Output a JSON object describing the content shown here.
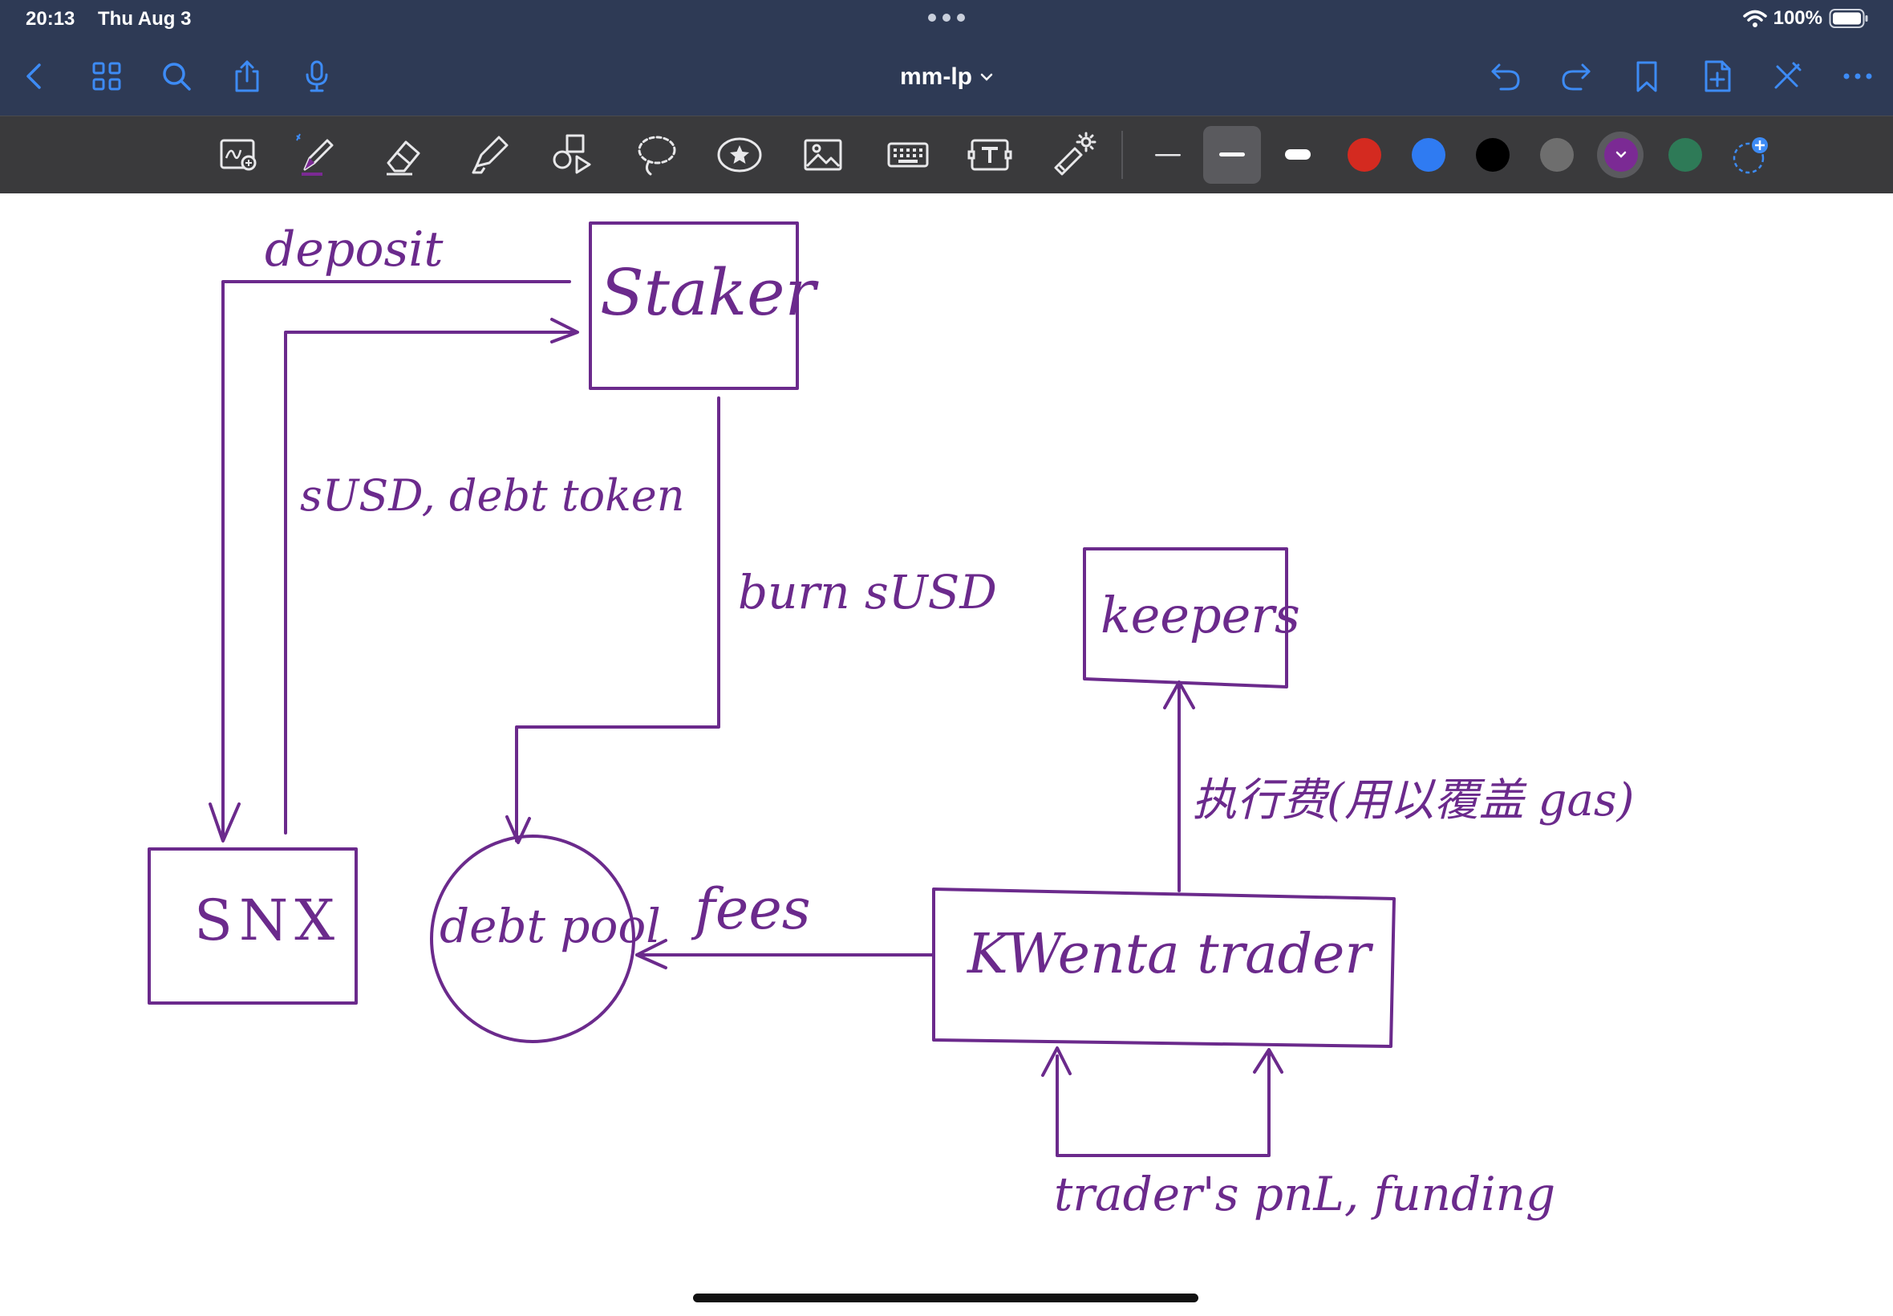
{
  "status": {
    "time": "20:13",
    "date": "Thu Aug 3",
    "battery": "100%"
  },
  "nav": {
    "title": "mm-lp",
    "icons": [
      "back-icon",
      "grid-icon",
      "search-icon",
      "share-icon",
      "mic-icon",
      "undo-icon",
      "redo-icon",
      "bookmark-icon",
      "add-page-icon",
      "close-pen-icon",
      "more-icon"
    ]
  },
  "toolbar": {
    "tools": [
      "zoom-window-icon",
      "pen-icon",
      "eraser-icon",
      "highlighter-icon",
      "shapes-icon",
      "lasso-icon",
      "sticker-icon",
      "image-icon",
      "keyboard-icon",
      "textbox-icon",
      "laser-icon"
    ],
    "colors": [
      "#d42a20",
      "#2f7bf2",
      "#000000",
      "#6e6e6e",
      "#7b2a94",
      "#2e7a57"
    ],
    "selected_color": "#7b2a94",
    "ink_color": "#6b2a8c"
  },
  "diagram": {
    "nodes": {
      "staker": "Staker",
      "snx": "SNX",
      "debt_pool": "debt pool",
      "keepers": "keepers",
      "kwenta": "KWenta trader"
    },
    "edges": {
      "deposit": "deposit",
      "susd_debt": "sUSD, debt token",
      "burn": "burn sUSD",
      "fees": "fees",
      "exec_fee": "执行费(用以覆盖 gas)",
      "pnl": "trader's pnL, funding"
    }
  }
}
